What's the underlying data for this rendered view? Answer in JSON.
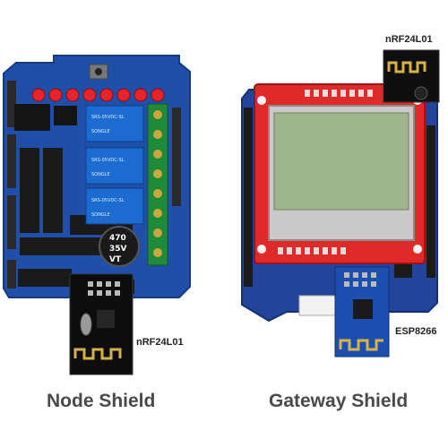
{
  "labels": {
    "node_caption": "Node Shield",
    "gateway_caption": "Gateway Shield",
    "nrf_top": "nRF24L01",
    "nrf_node": "nRF24L01",
    "esp": "ESP8266"
  },
  "capacitor_text": {
    "line1": "470",
    "line2": "35V",
    "line3": "VT"
  },
  "relay_text": {
    "line1": "SRS-05VDC-SL",
    "line2": "SONGLE"
  },
  "colors": {
    "node_board": "#1f4fa8",
    "gateway_board": "#22459b",
    "lcd_frame": "#e02a2a",
    "lcd_screen": "#9fb58a",
    "relay": "#1c6bd0",
    "led": "#e8242a",
    "pcb_dark": "#111111",
    "caption": "#4a4a4a"
  },
  "icons": [
    "node-shield-board",
    "gateway-shield-board",
    "lcd-display",
    "relay-module",
    "nrf24l01-module",
    "esp8266-module",
    "capacitor"
  ]
}
